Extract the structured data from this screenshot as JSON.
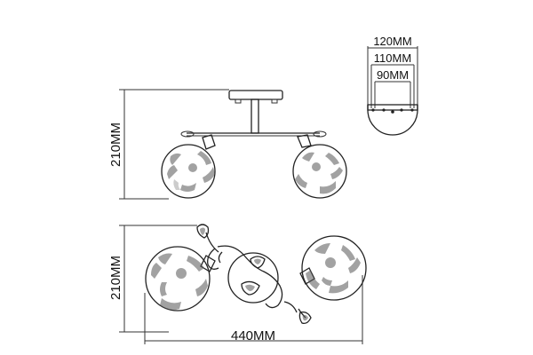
{
  "dimensions": {
    "side_height": "210MM",
    "top_height": "210MM",
    "total_width": "440MM",
    "canopy_outer": "120MM",
    "canopy_middle": "110MM",
    "canopy_inner": "90MM"
  }
}
